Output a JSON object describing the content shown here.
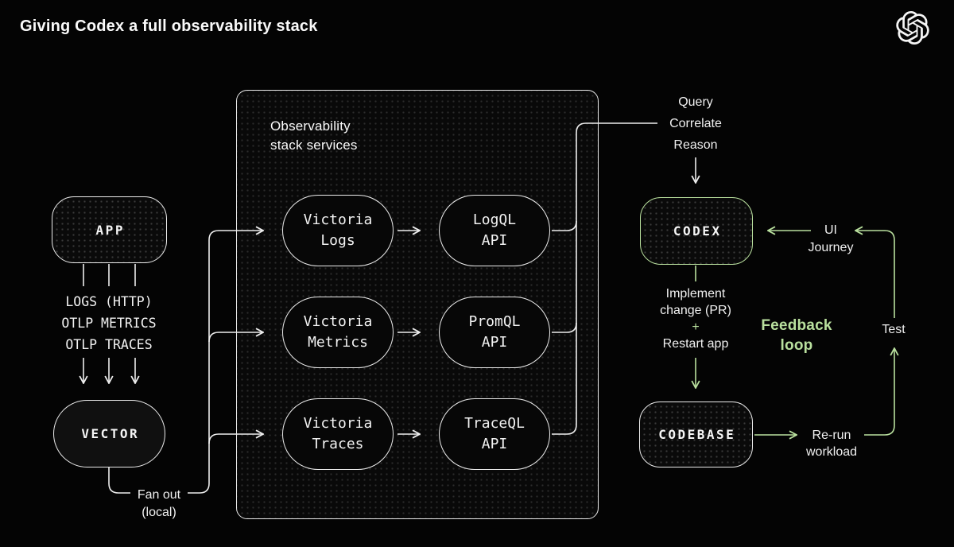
{
  "page": {
    "title": "Giving Codex a full observability stack"
  },
  "colors": {
    "accent_green": "#b9e09e",
    "line_white": "#ededed",
    "background": "#040404"
  },
  "left_flow": {
    "app_label": "APP",
    "protocol_lines": [
      "LOGS (HTTP)",
      "OTLP METRICS",
      "OTLP TRACES"
    ],
    "vector_label": "VECTOR",
    "fanout_line1": "Fan out",
    "fanout_line2": "(local)"
  },
  "stack_box": {
    "title_line1": "Observability",
    "title_line2": "stack services",
    "rows": [
      {
        "source_line1": "Victoria",
        "source_line2": "Logs",
        "api_line1": "LogQL",
        "api_line2": "API"
      },
      {
        "source_line1": "Victoria",
        "source_line2": "Metrics",
        "api_line1": "PromQL",
        "api_line2": "API"
      },
      {
        "source_line1": "Victoria",
        "source_line2": "Traces",
        "api_line1": "TraceQL",
        "api_line2": "API"
      }
    ]
  },
  "codex_flow": {
    "actions": [
      "Query",
      "Correlate",
      "Reason"
    ],
    "codex_label": "CODEX",
    "implement_line1": "Implement",
    "implement_line2": "change (PR)",
    "plus": "+",
    "restart_label": "Restart app",
    "codebase_label": "CODEBASE",
    "rerun_line1": "Re-run",
    "rerun_line2": "workload",
    "test_label": "Test",
    "ui_line1": "UI",
    "ui_line2": "Journey",
    "feedback_line1": "Feedback",
    "feedback_line2": "loop"
  }
}
